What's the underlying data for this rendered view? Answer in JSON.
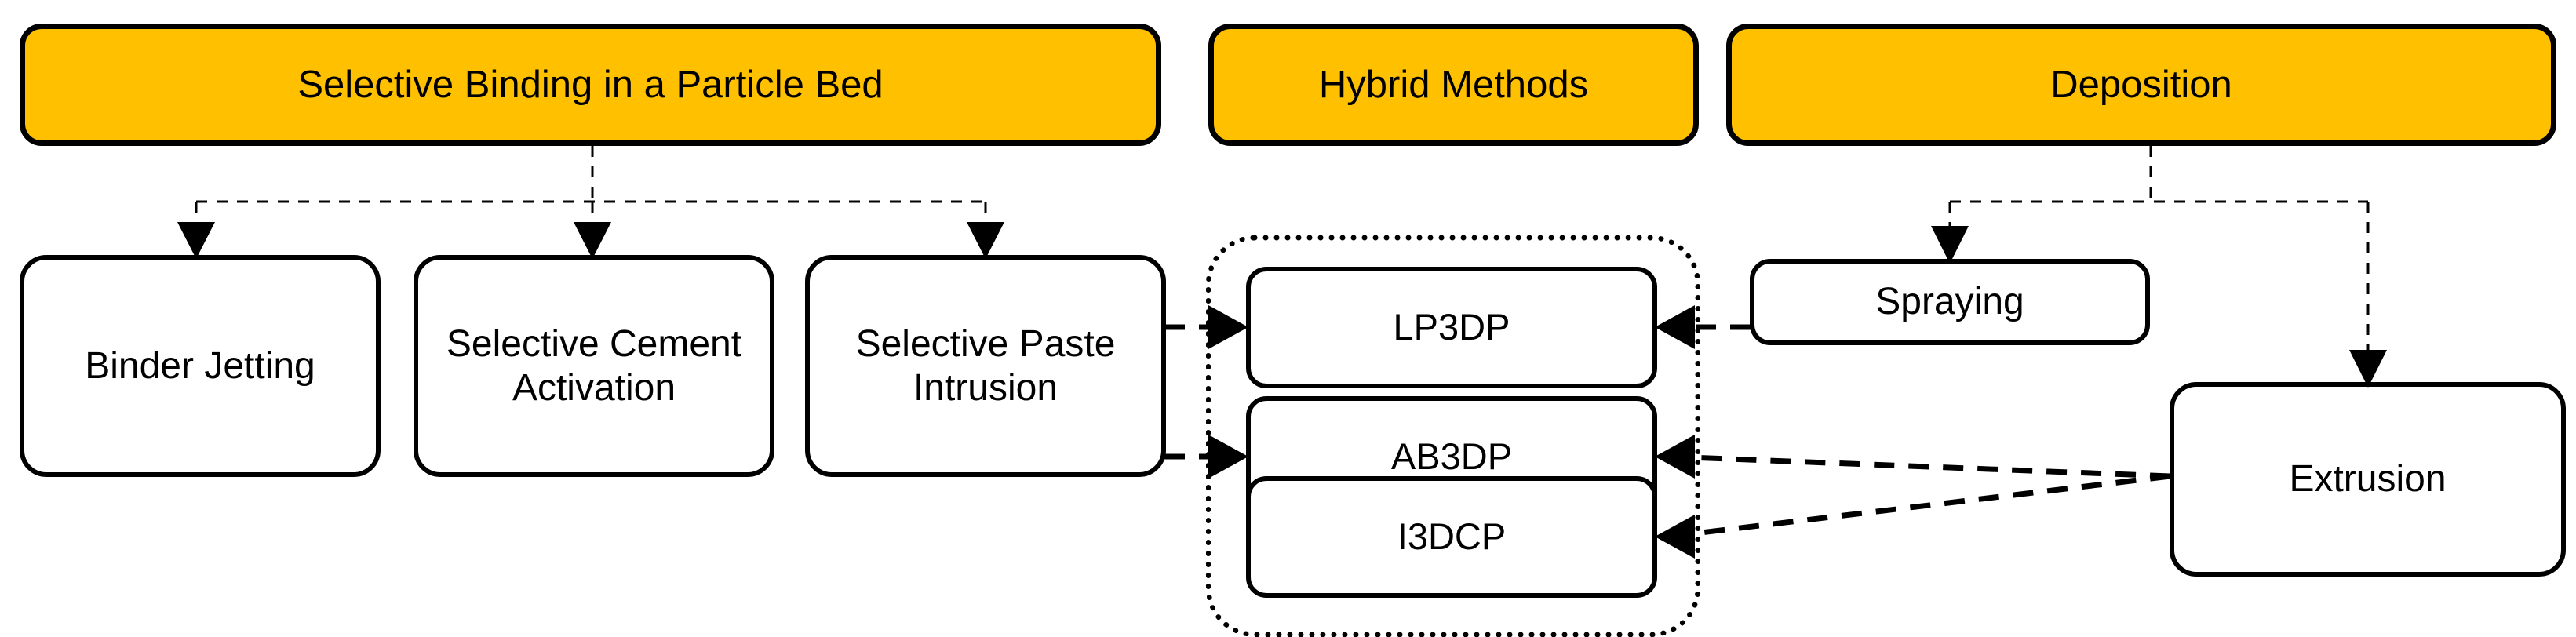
{
  "diagram": {
    "title_present": false,
    "type": "classification-flow-diagram",
    "colors": {
      "header_fill": "#FFC000",
      "node_fill": "#FFFFFF",
      "stroke": "#000000",
      "background": "#FFFFFF"
    },
    "headers": [
      {
        "id": "selective-binding",
        "label": "Selective Binding in a Particle Bed"
      },
      {
        "id": "hybrid-methods",
        "label": "Hybrid Methods"
      },
      {
        "id": "deposition",
        "label": "Deposition"
      }
    ],
    "particle_bed_methods": [
      {
        "id": "binder-jetting",
        "label": "Binder Jetting"
      },
      {
        "id": "selective-cement-activation",
        "label": "Selective Cement Activation"
      },
      {
        "id": "selective-paste-intrusion",
        "label": "Selective Paste Intrusion"
      }
    ],
    "hybrid_methods": [
      {
        "id": "lp3dp",
        "label": "LP3DP"
      },
      {
        "id": "ab3dp",
        "label": "AB3DP"
      },
      {
        "id": "i3dcp",
        "label": "I3DCP"
      }
    ],
    "deposition_methods": [
      {
        "id": "spraying",
        "label": "Spraying"
      },
      {
        "id": "extrusion",
        "label": "Extrusion"
      }
    ],
    "connections": [
      {
        "from": "selective-binding",
        "to": "binder-jetting",
        "style": "thin-dashed",
        "arrow": "down"
      },
      {
        "from": "selective-binding",
        "to": "selective-cement-activation",
        "style": "thin-dashed",
        "arrow": "down"
      },
      {
        "from": "selective-binding",
        "to": "selective-paste-intrusion",
        "style": "thin-dashed",
        "arrow": "down"
      },
      {
        "from": "deposition",
        "to": "spraying",
        "style": "thin-dashed",
        "arrow": "down"
      },
      {
        "from": "deposition",
        "to": "extrusion",
        "style": "thin-dashed",
        "arrow": "down"
      },
      {
        "from": "selective-paste-intrusion",
        "to": "lp3dp",
        "style": "bold-dashed",
        "arrow": "right"
      },
      {
        "from": "selective-paste-intrusion",
        "to": "ab3dp",
        "style": "bold-dashed",
        "arrow": "right"
      },
      {
        "from": "spraying",
        "to": "lp3dp",
        "style": "bold-dashed",
        "arrow": "left"
      },
      {
        "from": "extrusion",
        "to": "ab3dp",
        "style": "bold-dashed",
        "arrow": "left"
      },
      {
        "from": "extrusion",
        "to": "i3dcp",
        "style": "bold-dashed",
        "arrow": "left"
      }
    ]
  }
}
